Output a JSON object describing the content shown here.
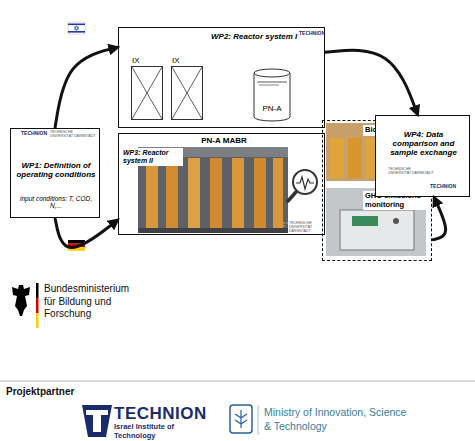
{
  "diagram": {
    "nodes": [
      {
        "text": [
          "WP1: Definition of operating conditions",
          "input conditions: T, COD, N,..."
        ]
      },
      {
        "text": [
          "WP2: Reactor system I"
        ]
      },
      {
        "text": [
          "IX"
        ],
        "in": 1
      },
      {
        "text": [
          "IX"
        ],
        "in": 1
      },
      {
        "text": [
          "PN-A"
        ],
        "in": 1
      },
      {
        "text": [
          "PN-A MABR",
          "WP3: Reactor system II"
        ]
      },
      {
        "text": [
          "Biofilm analysis",
          "GHG emissions monitoring"
        ]
      },
      {
        "text": [
          "WP4: Data comparison and sample exchange"
        ]
      }
    ],
    "edges": [
      {
        "from": 0,
        "to": 1,
        "arrow": "to"
      },
      {
        "from": 0,
        "to": 5,
        "arrow": "to"
      },
      {
        "from": 1,
        "to": 7,
        "arrow": "to"
      },
      {
        "from": 6,
        "to": 7,
        "arrow": "to"
      }
    ],
    "labels": [
      "TECHNION",
      "TECHNISCHE UNIVERSITÄT DARMSTADT",
      "TECHNION",
      "TECHNISCHE UNIVERSITÄT DARMSTADT",
      "TECHNISCHE UNIVERSITÄT DARMSTADT",
      "TECHNION",
      "Bundesministerium für Bildung und Forschung",
      "Projektpartner",
      "TECHNION",
      "Israel Institute of Technology",
      "Ministry of Innovation, Science & Technology"
    ]
  }
}
